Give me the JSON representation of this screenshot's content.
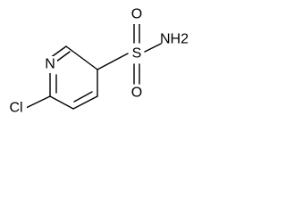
{
  "molecule": {
    "atoms": {
      "n": "N",
      "cl": "Cl",
      "s": "S",
      "o_top": "O",
      "o_bottom": "O",
      "nh2": "NH2"
    }
  }
}
